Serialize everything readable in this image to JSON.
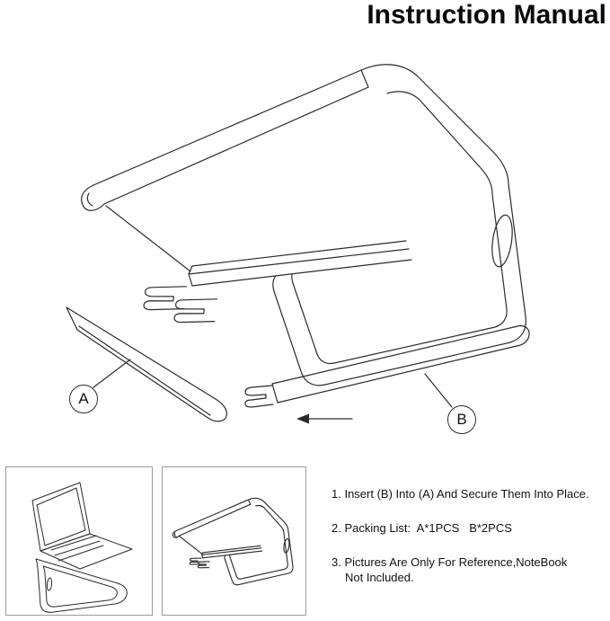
{
  "page": {
    "title": "Instruction Manual"
  },
  "diagram": {
    "label_a": "A",
    "label_b": "B"
  },
  "instructions": {
    "steps": [
      "1. Insert (B) Into (A) And Secure Them Into Place.",
      "2. Packing List:  A*1PCS   B*2PCS",
      "3. Pictures Are Only For Reference,NoteBook Not Included."
    ]
  },
  "colors": {
    "background": "#ffffff",
    "line": "#2b2b2b",
    "text": "#111111",
    "box_border": "#9a9a9a"
  }
}
